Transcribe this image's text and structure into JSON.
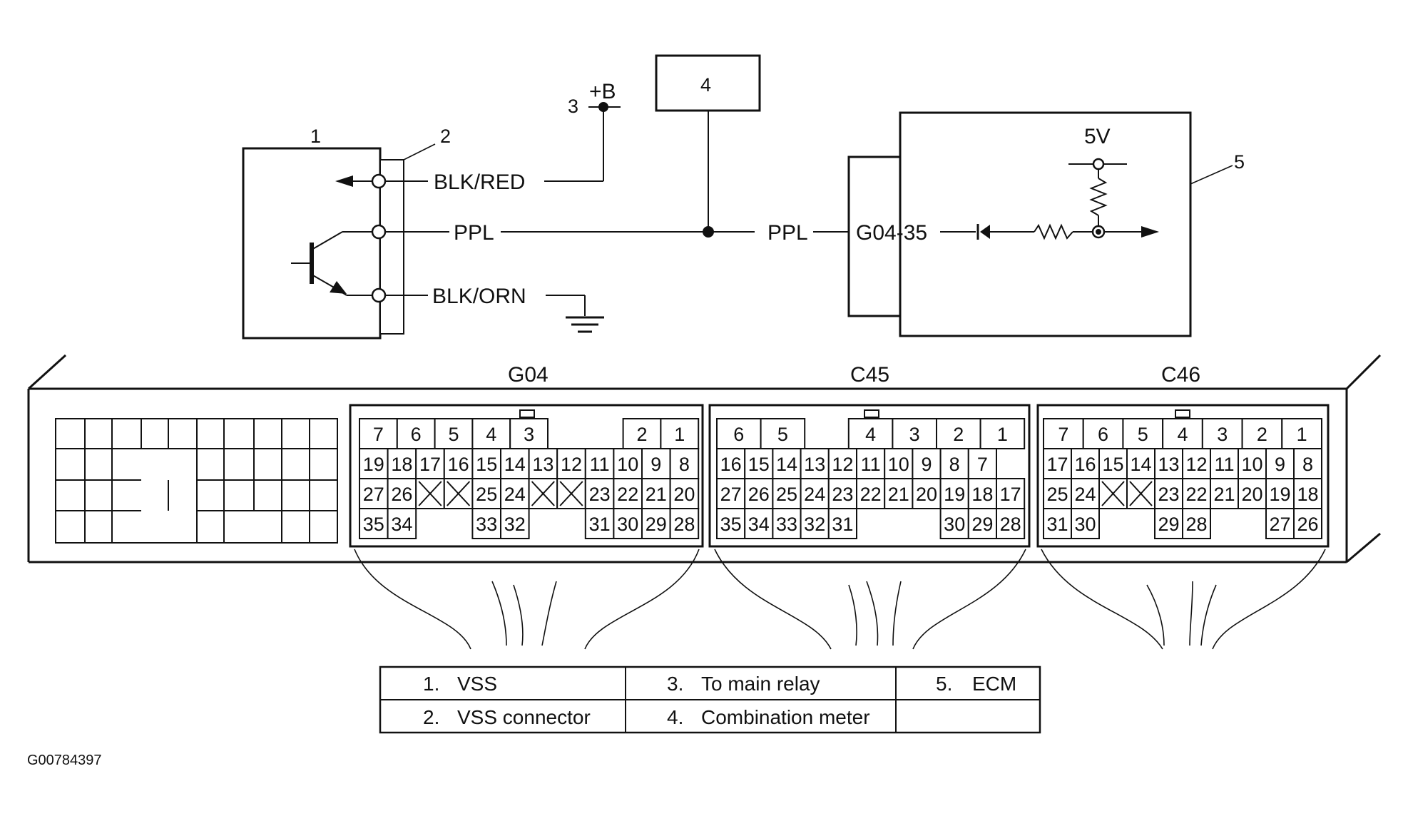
{
  "diagram": {
    "callouts": {
      "vss": "1",
      "vss_connector": "2",
      "relay": "3",
      "meter": "4",
      "ecm": "5"
    },
    "supply_label": "+B",
    "ecm_voltage": "5V",
    "wires": {
      "top": "BLK/RED",
      "signal_vss": "PPL",
      "signal_ecm": "PPL",
      "ground": "BLK/ORN"
    },
    "ecm_terminal": "G04-35"
  },
  "connectors": {
    "g04": {
      "name": "G04",
      "rows": [
        [
          "7",
          "6",
          "5",
          "4",
          "3",
          "",
          "",
          "2",
          "1"
        ],
        [
          "19",
          "18",
          "17",
          "16",
          "15",
          "14",
          "13",
          "12",
          "11",
          "10",
          "9",
          "8"
        ],
        [
          "27",
          "26",
          "X",
          "X",
          "25",
          "24",
          "X",
          "X",
          "23",
          "22",
          "21",
          "20"
        ],
        [
          "35",
          "34",
          "",
          "",
          "33",
          "32",
          "",
          "",
          "31",
          "30",
          "29",
          "28"
        ]
      ]
    },
    "c45": {
      "name": "C45",
      "rows": [
        [
          "6",
          "5",
          "",
          "4",
          "3",
          "2",
          "1"
        ],
        [
          "16",
          "15",
          "14",
          "13",
          "12",
          "11",
          "10",
          "9",
          "8",
          "7"
        ],
        [
          "27",
          "26",
          "25",
          "24",
          "23",
          "22",
          "21",
          "20",
          "19",
          "18",
          "17"
        ],
        [
          "35",
          "34",
          "33",
          "32",
          "31",
          "",
          "",
          "",
          "30",
          "29",
          "28"
        ]
      ]
    },
    "c46": {
      "name": "C46",
      "rows": [
        [
          "7",
          "6",
          "5",
          "4",
          "3",
          "2",
          "1"
        ],
        [
          "17",
          "16",
          "15",
          "14",
          "13",
          "12",
          "11",
          "10",
          "9",
          "8"
        ],
        [
          "25",
          "24",
          "X",
          "X",
          "23",
          "22",
          "21",
          "20",
          "19",
          "18"
        ],
        [
          "31",
          "30",
          "",
          "",
          "29",
          "28",
          "",
          "",
          "27",
          "26"
        ]
      ]
    }
  },
  "legend": {
    "items": [
      {
        "num": "1.",
        "label": "VSS"
      },
      {
        "num": "2.",
        "label": "VSS connector"
      },
      {
        "num": "3.",
        "label": "To main relay"
      },
      {
        "num": "4.",
        "label": "Combination meter"
      },
      {
        "num": "5.",
        "label": "ECM"
      }
    ]
  },
  "figure_id": "G00784397"
}
